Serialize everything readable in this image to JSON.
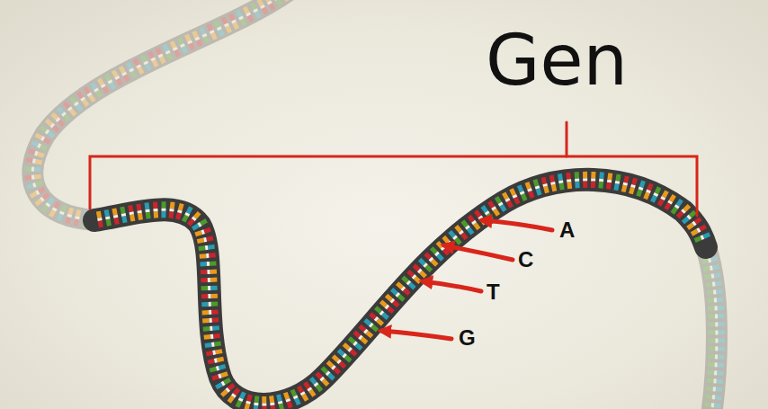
{
  "diagram": {
    "labels": [
      "Gen",
      "A",
      "C",
      "T",
      "G"
    ]
  }
}
